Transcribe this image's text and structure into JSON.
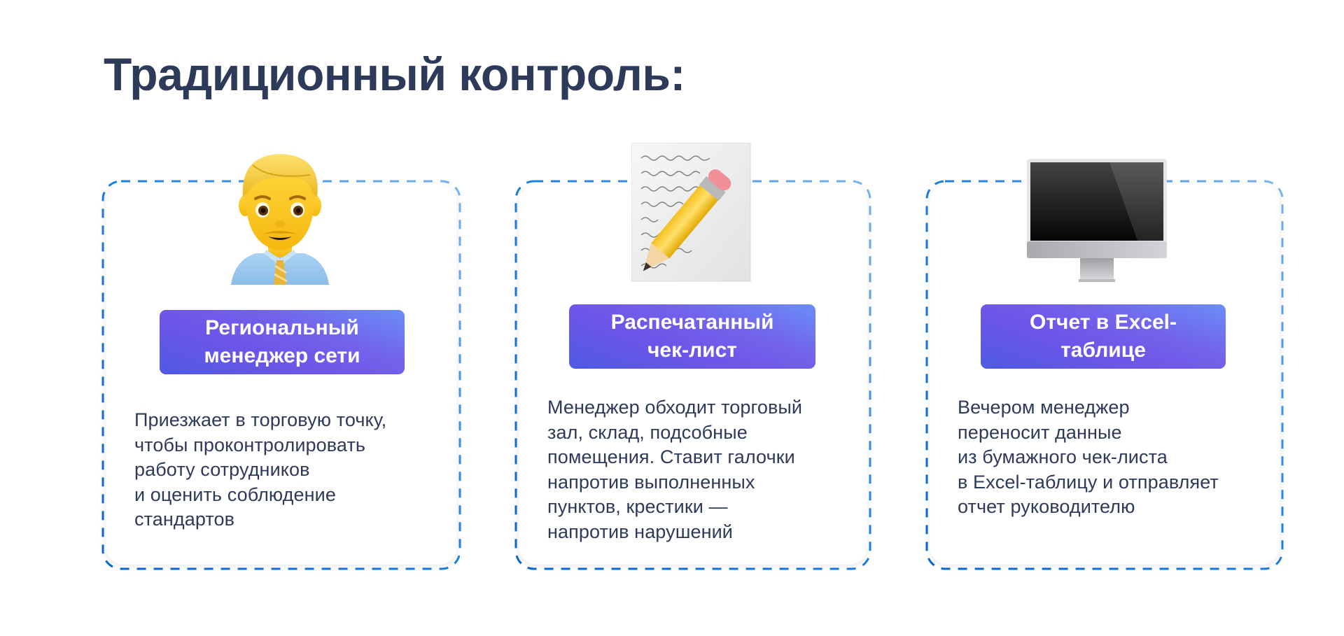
{
  "page": {
    "title": "Традиционный контроль:"
  },
  "colors": {
    "title": "#2d3a5a",
    "body_text": "#2d3a5a",
    "border_dark": "#0a6fd6",
    "border_light": "#6aaef0",
    "badge_gradient": [
      "#4e5ae2",
      "#6f55e8",
      "#6a8ef7"
    ]
  },
  "cards": [
    {
      "icon": "man-office-worker-icon",
      "badge": "Региональный\nменеджер сети",
      "text": "Приезжает в торговую точку,\nчтобы проконтролировать\nработу сотрудников\nи оценить соблюдение\nстандартов"
    },
    {
      "icon": "memo-pencil-icon",
      "badge": "Распечатанный\nчек-лист",
      "text": "Менеджер обходит торговый\nзал, склад, подсобные\nпомещения. Ставит галочки\nнапротив выполненных\nпунктов, крестики —\nнапротив нарушений"
    },
    {
      "icon": "desktop-computer-icon",
      "badge": "Отчет в Excel-\nтаблице",
      "text": "Вечером менеджер\nпереносит данные\nиз бумажного чек-листа\nв Excel-таблицу и отправляет\nотчет руководителю"
    }
  ]
}
